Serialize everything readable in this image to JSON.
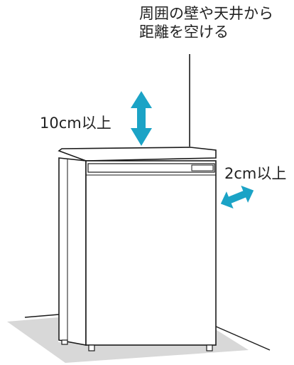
{
  "labels": {
    "clearance_note_line1": "周囲の壁や天井から",
    "clearance_note_line2": "距離を空ける",
    "top_clearance": "10cm以上",
    "side_clearance": "2cm以上"
  },
  "colors": {
    "arrow": "#1ba3c6",
    "outline": "#1a1a1a",
    "floor_shadow": "#d8d8d8",
    "fridge_body": "#ffffff"
  },
  "icons": {
    "top_arrow": "vertical-double-arrow",
    "side_arrow": "diagonal-double-arrow"
  }
}
